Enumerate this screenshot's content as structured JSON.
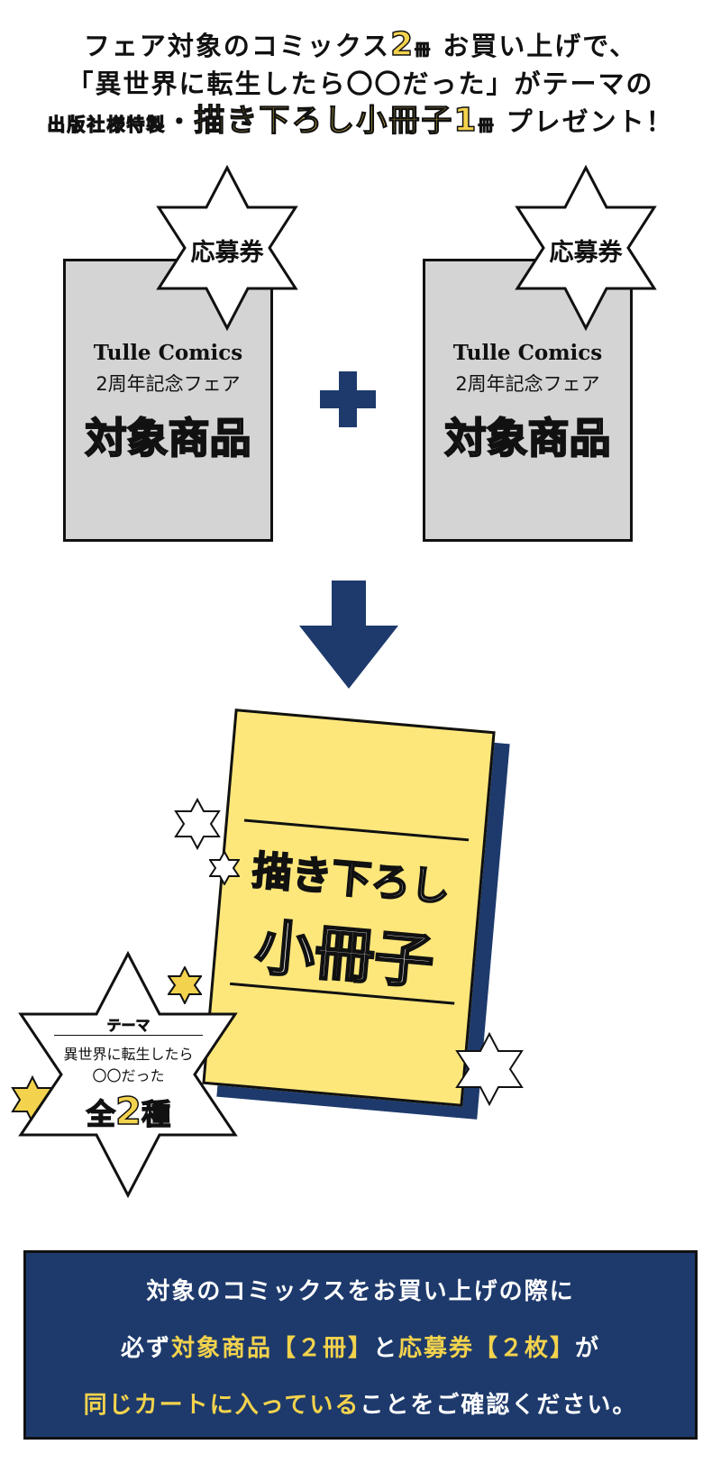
{
  "headline": {
    "line1_pre": "フェア対象のコミックス",
    "line1_num": "2",
    "line1_unit": "冊",
    "line1_post": "お買い上げで、",
    "line2": "「異世界に転生したら〇〇だった」がテーマの",
    "line3_small": "出版社様特製",
    "line3_dot": "・",
    "line3_big": "描き下ろし小冊子",
    "line3_num": "1",
    "line3_unit": "冊",
    "line3_post": "プレゼント！"
  },
  "cards": [
    {
      "badge": "応募券",
      "brand": "Tulle Comics",
      "fair": "2周年記念フェア",
      "label": "対象商品"
    },
    {
      "badge": "応募券",
      "brand": "Tulle Comics",
      "fair": "2周年記念フェア",
      "label": "対象商品"
    }
  ],
  "booklet": {
    "line1": "描き下ろし",
    "line2": "小冊子"
  },
  "theme_badge": {
    "heading": "テーマ",
    "line1": "異世界に転生したら",
    "line2": "〇〇だった",
    "count_pre": "全",
    "count_num": "2",
    "count_post": "種"
  },
  "notice": {
    "line1": "対象のコミックスをお買い上げの際に",
    "line2_a": "必ず",
    "line2_b": "対象商品【２冊】",
    "line2_c": "と",
    "line2_d": "応募券【２枚】",
    "line2_e": "が",
    "line3_a": "同じカートに入っている",
    "line3_b": "ことをご確認ください。"
  },
  "colors": {
    "navy": "#1e3a6c",
    "yellow": "#f3d34d",
    "card_gray": "#d4d4d4",
    "booklet_yellow": "#fde77b"
  }
}
